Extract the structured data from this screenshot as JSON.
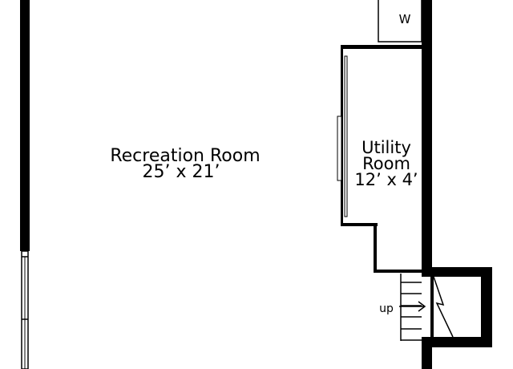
{
  "rooms": [
    {
      "name": "Recreation Room",
      "dimensions": "25’ x 21’"
    },
    {
      "name_line1": "Utility",
      "name_line2": "Room",
      "dimensions": "12’ x 4’"
    }
  ],
  "appliance_label": "W",
  "stair_label": "up",
  "colors": {
    "wall": "#000000",
    "background": "#ffffff"
  }
}
